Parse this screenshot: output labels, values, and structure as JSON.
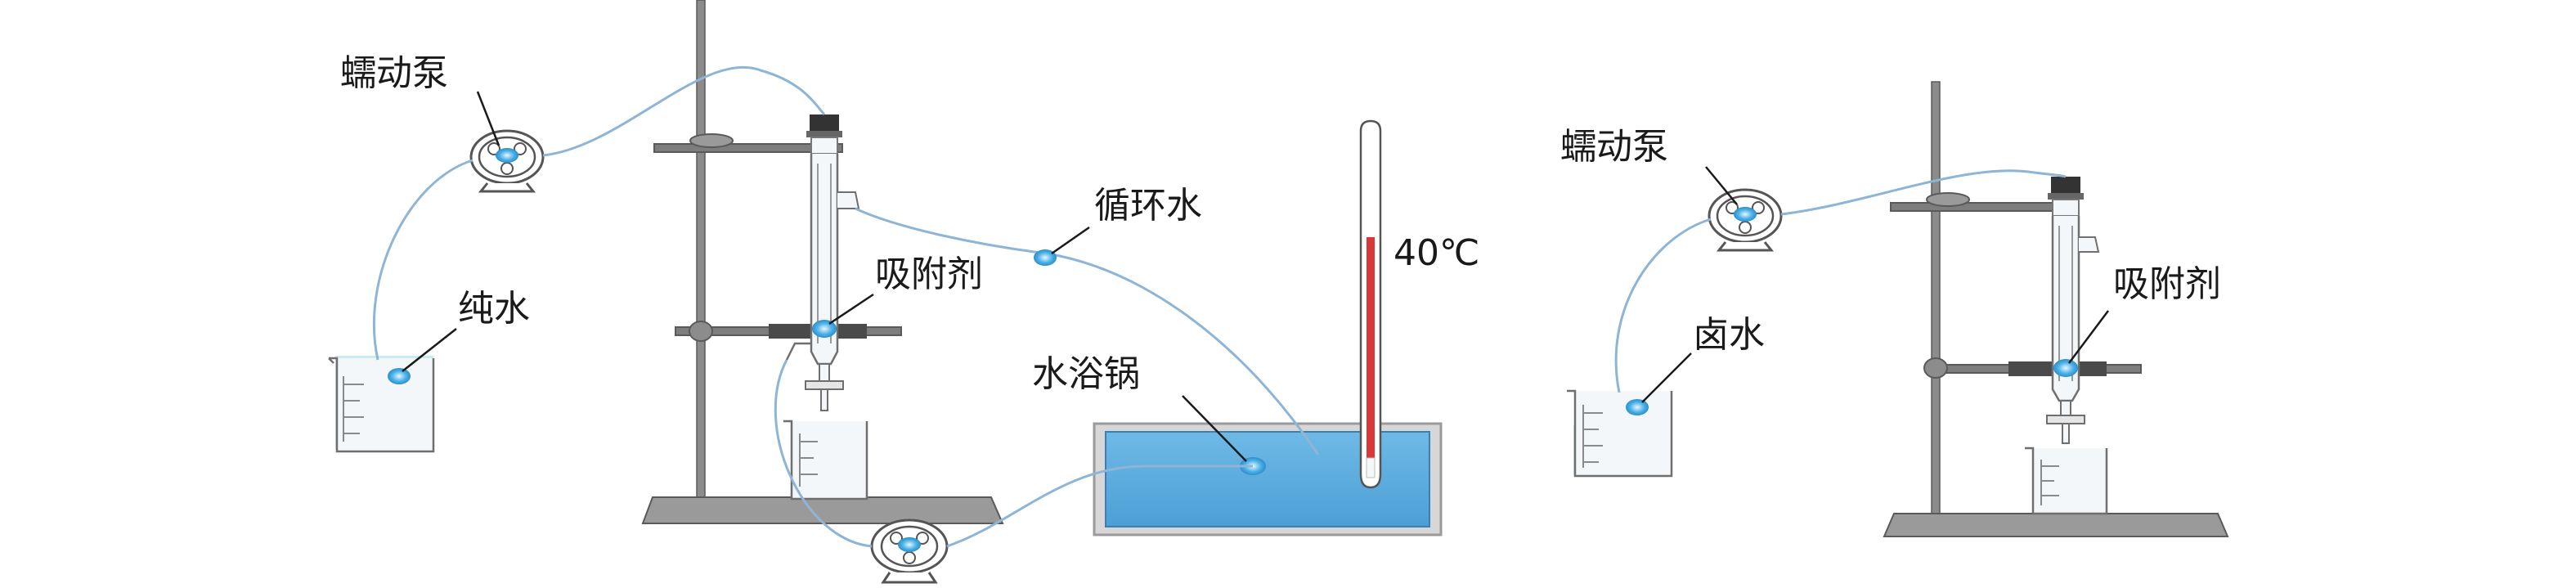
{
  "labels": {
    "left_pump": "蠕动泵",
    "pure_water": "纯水",
    "circulating_water": "循环水",
    "adsorbent_left": "吸附剂",
    "water_bath": "水浴锅",
    "temperature": "40℃",
    "right_pump": "蠕动泵",
    "brine": "卤水",
    "adsorbent_right": "吸附剂"
  },
  "colors": {
    "water": "#c9ecf3",
    "bath_water": "#5aaee0",
    "tubing": "#8fb5d6",
    "mercury": "#d9383a",
    "highlight": "#4fb3e8"
  },
  "thermometer": {
    "reading_celsius": 40
  }
}
